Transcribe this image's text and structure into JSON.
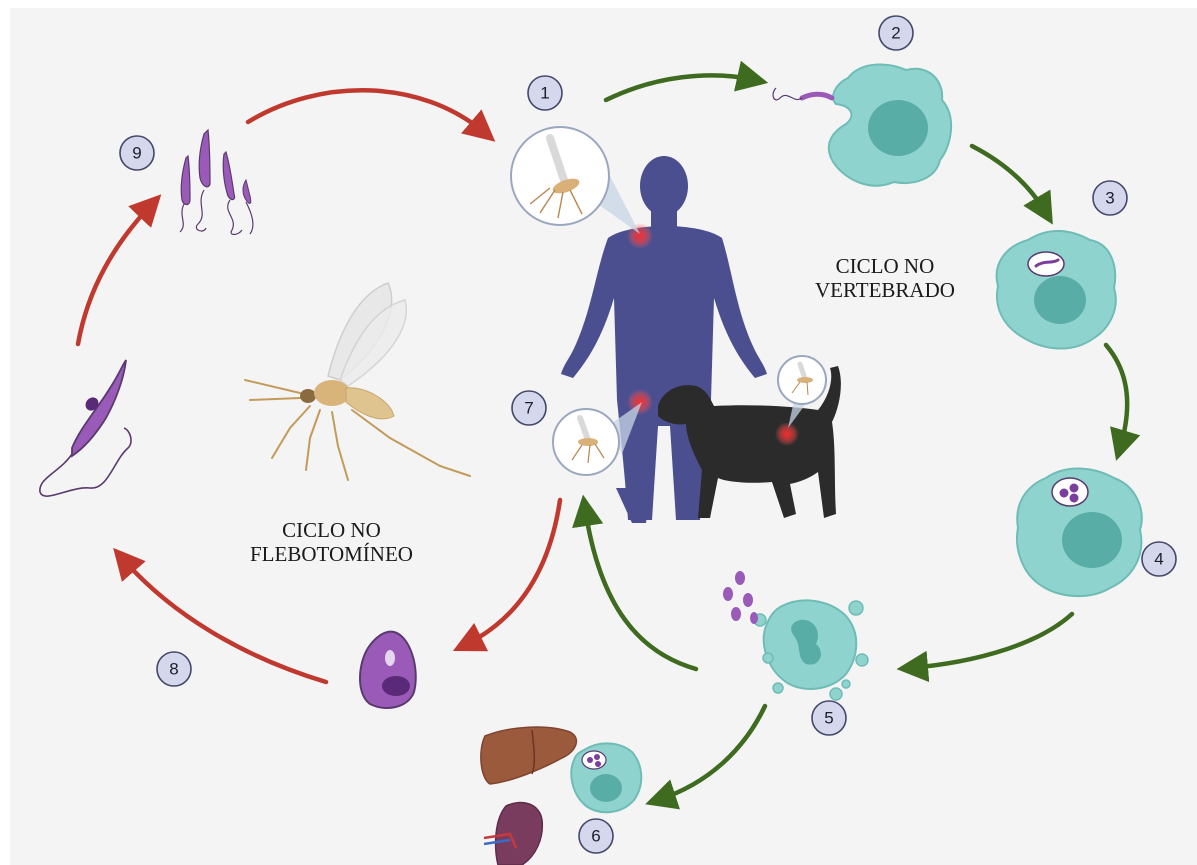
{
  "labels": {
    "vertebrate_cycle": [
      "CICLO NO",
      "VERTEBRADO"
    ],
    "sandfly_cycle": [
      "CICLO NO",
      "FLEBOTOMÍNEO"
    ]
  },
  "steps": [
    "1",
    "2",
    "3",
    "4",
    "5",
    "6",
    "7",
    "8",
    "9"
  ],
  "colors": {
    "background": "#f4f4f4",
    "vertebrate_arrow": "#3e6b1f",
    "sandfly_arrow": "#c0392f",
    "human": "#4b4f8f",
    "dog": "#2b2b2b",
    "macrophage": "#8fd3cf",
    "parasite": "#9a5bb8",
    "badge_fill": "#d5d8ec"
  }
}
